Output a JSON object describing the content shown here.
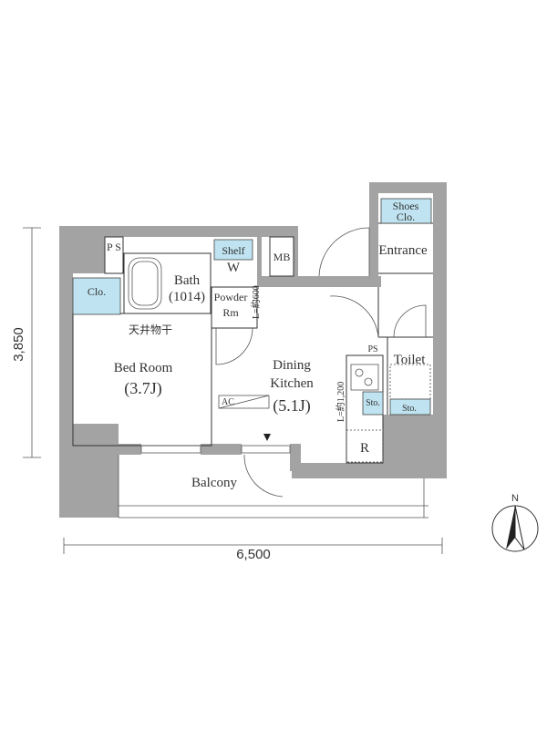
{
  "floorplan": {
    "rooms": {
      "bedroom": {
        "name": "Bed Room",
        "size": "(3.7J)"
      },
      "dining_kitchen": {
        "name_line1": "Dining",
        "name_line2": "Kitchen",
        "size": "(5.1J)"
      },
      "bath": {
        "name": "Bath",
        "size": "(1014)"
      },
      "powder_room": {
        "line1": "Powder",
        "line2": "Rm"
      },
      "entrance": "Entrance",
      "toilet": "Toilet",
      "balcony": "Balcony"
    },
    "fixtures": {
      "ps_vertical": "P S",
      "ps_kitchen": "PS",
      "closet": "Clo.",
      "shelf": "Shelf",
      "washer": "W",
      "mb": "MB",
      "shoes_line1": "Shoes",
      "shoes_line2": "Clo.",
      "ceiling_dryer": "天井物干",
      "ac": "AC",
      "kitchen_length": "L=約1,200",
      "vanity_length": "L=約600",
      "storage_kitchen": "Sto.",
      "storage_toilet": "Sto.",
      "fridge": "R"
    },
    "dimensions": {
      "height": "3,850",
      "width": "6,500"
    },
    "compass": "N"
  },
  "colors": {
    "wall": "#a3a3a3",
    "storage": "#bfe3f0"
  }
}
